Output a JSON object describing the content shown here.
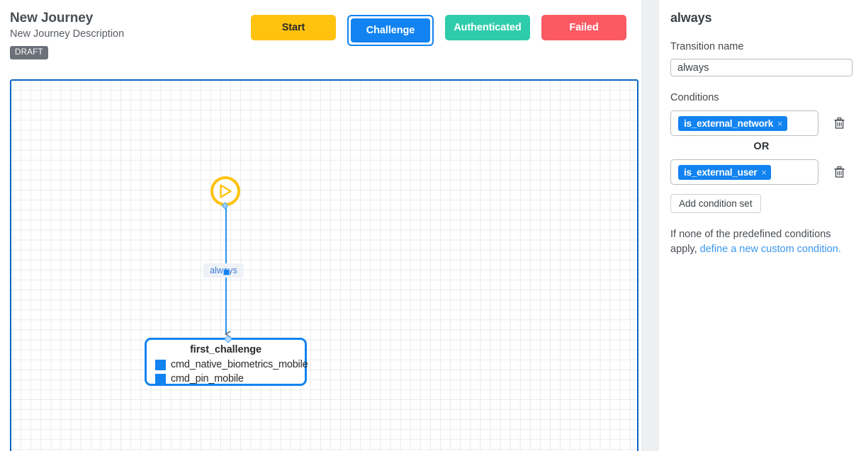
{
  "header": {
    "title": "New Journey",
    "description": "New Journey Description",
    "badge": "DRAFT",
    "state_buttons": [
      {
        "label": "Start",
        "color": "#FFC20E",
        "selected": false
      },
      {
        "label": "Challenge",
        "color": "#1283F0",
        "selected": true
      },
      {
        "label": "Authenticated",
        "color": "#2ECCAA",
        "selected": false
      },
      {
        "label": "Failed",
        "color": "#FB5A63",
        "selected": false
      }
    ]
  },
  "canvas": {
    "start_node": {
      "icon": "play-icon",
      "color": "#FFC20E"
    },
    "edge_label": "always",
    "challenge_node": {
      "title": "first_challenge",
      "border_color": "#1283F0",
      "items": [
        {
          "label": "cmd_native_biometrics_mobile",
          "swatch": "#1283F0"
        },
        {
          "label": "cmd_pin_mobile",
          "swatch": "#1283F0"
        }
      ]
    }
  },
  "panel": {
    "title": "always",
    "transition_name_label": "Transition name",
    "transition_name_value": "always",
    "transition_name_placeholder": "Transition name",
    "conditions_label": "Conditions",
    "or_label": "OR",
    "condition_sets": [
      {
        "chip_label": "is_external_network",
        "chip_close": "×",
        "delete_icon": "trash-icon"
      },
      {
        "chip_label": "is_external_user",
        "chip_close": "×",
        "delete_icon": "trash-icon"
      }
    ],
    "add_condition_set_label": "Add condition set",
    "hint_prefix": "If none of the predefined conditions apply, ",
    "hint_link": "define a new custom condition.",
    "link_color": "#3b97ef"
  }
}
